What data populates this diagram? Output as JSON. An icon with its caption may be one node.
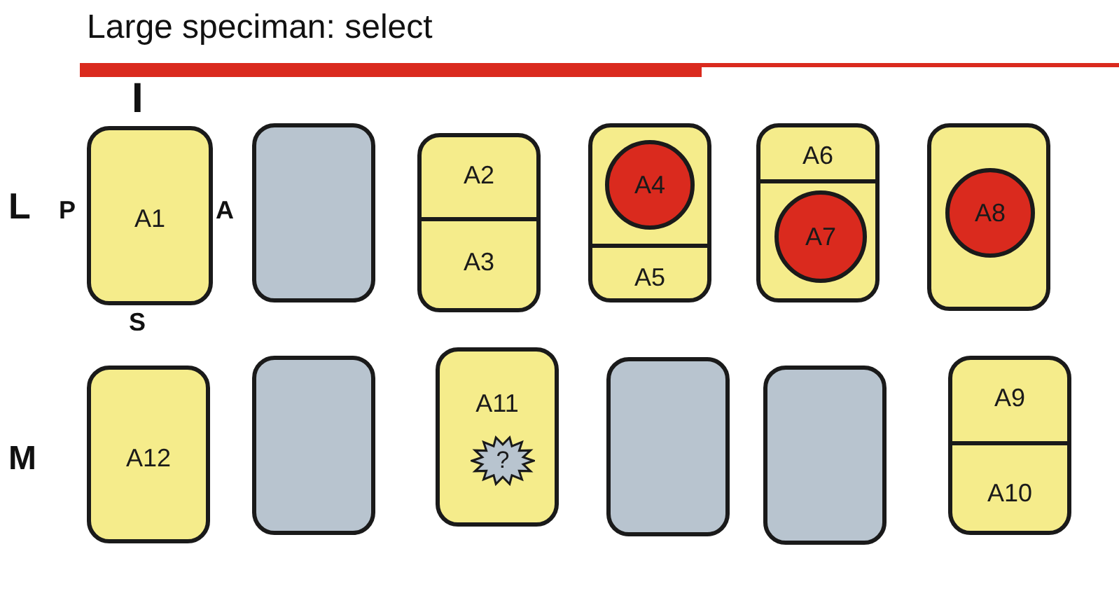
{
  "diagram": {
    "title": "Large speciman: select",
    "nodes": [
      {
        "text": [
          "A1"
        ]
      },
      {
        "text": [],
        "shape": "box"
      },
      {
        "text": [
          "A2",
          "A3"
        ]
      },
      {
        "text": [
          "A5"
        ]
      },
      {
        "text": [
          "A4"
        ],
        "in": 3
      },
      {
        "text": [
          "A6"
        ]
      },
      {
        "text": [
          "A7"
        ],
        "in": 5
      },
      {
        "text": [],
        "shape": "box"
      },
      {
        "text": [
          "A8"
        ],
        "in": 7
      },
      {
        "text": [
          "A12"
        ]
      },
      {
        "text": [],
        "shape": "box"
      },
      {
        "text": [
          "A11"
        ]
      },
      {
        "text": [
          "?"
        ],
        "in": 11
      },
      {
        "text": [],
        "shape": "box"
      },
      {
        "text": [],
        "shape": "box"
      },
      {
        "text": [
          "A9",
          "A10"
        ]
      }
    ],
    "labels": [
      "I",
      "L",
      "P",
      "A",
      "S",
      "M"
    ]
  }
}
